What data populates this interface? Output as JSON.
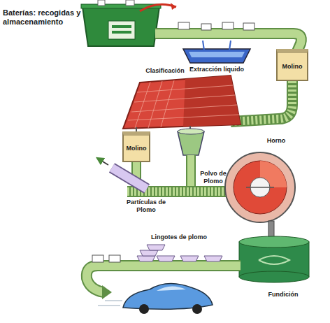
{
  "diagram": {
    "nodes": [
      {
        "text": [
          "Molino"
        ]
      },
      {
        "text": [
          "Molino"
        ]
      }
    ],
    "labels": [
      "Baterías: recogidas y almacenamiento",
      "Extracción líquido",
      "Clasificación",
      "Horno",
      "Polvo de Plomo",
      "Partículas de Plomo",
      "Lingotes de plomo",
      "Fundición"
    ]
  }
}
